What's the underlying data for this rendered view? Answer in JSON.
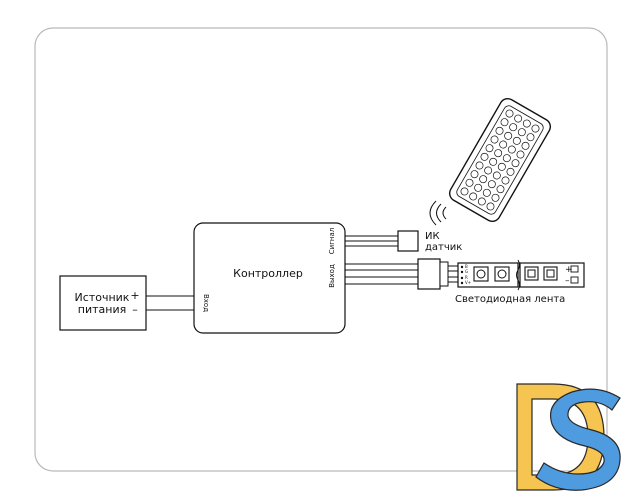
{
  "diagram": {
    "power_supply": {
      "label_line1": "Источник",
      "label_line2": "питания",
      "plus": "+",
      "minus": "–"
    },
    "controller": {
      "label": "Контроллер",
      "port_input": "Вход",
      "port_signal": "Сигнал",
      "port_output": "Выход"
    },
    "ir_sensor": {
      "label_line1": "ИК",
      "label_line2": "датчик"
    },
    "led_strip": {
      "label": "Светодиодная лента",
      "plus": "+",
      "minus": "–",
      "pins": [
        "B",
        "G",
        "R",
        "V+"
      ]
    }
  },
  "colors": {
    "line": "#111111",
    "frame": "#b9b9b9",
    "logo_yellow": "#f5c451",
    "logo_blue": "#4f9be0"
  },
  "icons": [
    "remote-control-icon",
    "ir-signal-waves-icon",
    "ds-logo-icon"
  ]
}
